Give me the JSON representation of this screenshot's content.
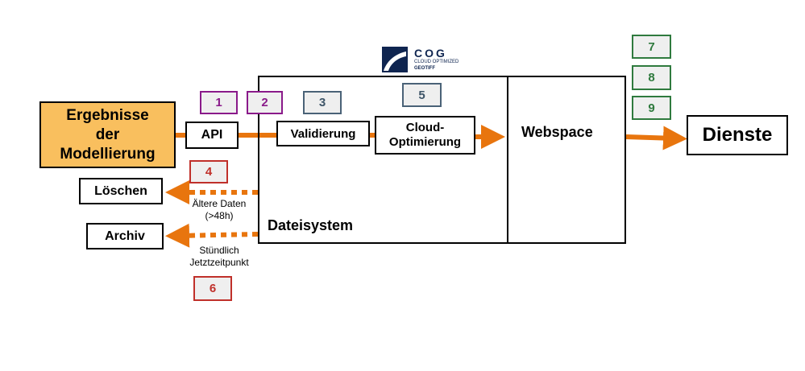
{
  "nodes": {
    "source": "Ergebnisse der Modellierung",
    "api": "API",
    "validation": "Validierung",
    "cloud_opt": "Cloud-Optimierung",
    "webspace": "Webspace",
    "filesystem": "Dateisystem",
    "services": "Dienste",
    "delete": "Löschen",
    "archive": "Archiv"
  },
  "captions": {
    "delete_line1": "Ältere Daten",
    "delete_line2": "(>48h)",
    "archive_line1": "Stündlich",
    "archive_line2": "Jetztzeitpunkt"
  },
  "steps": {
    "s1": "1",
    "s2": "2",
    "s3": "3",
    "s4": "4",
    "s5": "5",
    "s6": "6",
    "s7": "7",
    "s8": "8",
    "s9": "9"
  },
  "logo": {
    "title": "COG",
    "subtitle_line1": "CLOUD OPTIMIZED",
    "subtitle_line2": "GEOTIFF"
  },
  "colors": {
    "arrow": "#e8750e",
    "source_fill": "#f9bf5e",
    "step_purple": "#8a1a8a",
    "step_slate": "#4a6277",
    "step_red": "#c0302a",
    "step_green": "#2f7a3e"
  }
}
